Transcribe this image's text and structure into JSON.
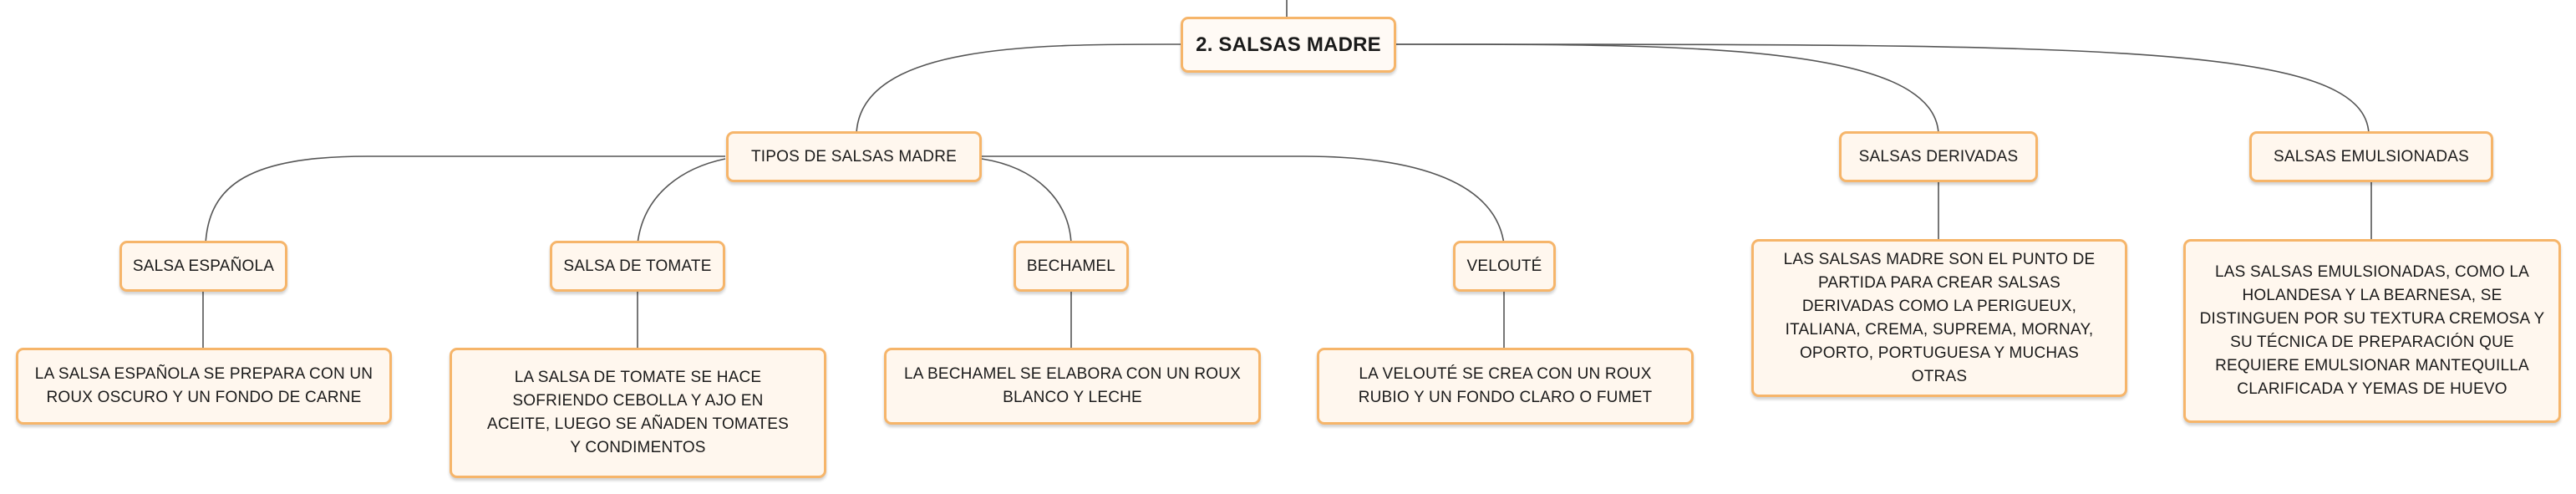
{
  "root": {
    "label": "2. SALSAS MADRE"
  },
  "branches": {
    "tipos": {
      "label": "TIPOS DE SALSAS MADRE"
    },
    "derivadas": {
      "label": "SALSAS DERIVADAS",
      "note": "LAS SALSAS MADRE SON EL PUNTO DE PARTIDA PARA CREAR SALSAS DERIVADAS COMO LA PERIGUEUX, ITALIANA, CREMA, SUPREMA, MORNAY, OPORTO, PORTUGUESA Y MUCHAS OTRAS"
    },
    "emulsionadas": {
      "label": "SALSAS EMULSIONADAS",
      "note": "LAS SALSAS EMULSIONADAS, COMO LA HOLANDESA Y LA BEARNESA, SE DISTINGUEN POR SU TEXTURA CREMOSA Y SU TÉCNICA DE PREPARACIÓN QUE REQUIERE EMULSIONAR MANTEQUILLA CLARIFICADA Y YEMAS DE HUEVO"
    }
  },
  "tipos": {
    "espanola": {
      "label": "SALSA ESPAÑOLA",
      "note": "LA SALSA ESPAÑOLA SE PREPARA CON UN ROUX OSCURO Y UN FONDO DE CARNE"
    },
    "tomate": {
      "label": "SALSA DE TOMATE",
      "note": "LA SALSA DE TOMATE SE HACE SOFRIENDO CEBOLLA Y AJO EN ACEITE, LUEGO SE AÑADEN TOMATES Y CONDIMENTOS"
    },
    "bechamel": {
      "label": "BECHAMEL",
      "note": "LA BECHAMEL SE ELABORA CON UN ROUX BLANCO Y LECHE"
    },
    "veloute": {
      "label": "VELOUTÉ",
      "note": "LA VELOUTÉ SE CREA CON UN ROUX RUBIO Y UN FONDO CLARO O FUMET"
    }
  }
}
